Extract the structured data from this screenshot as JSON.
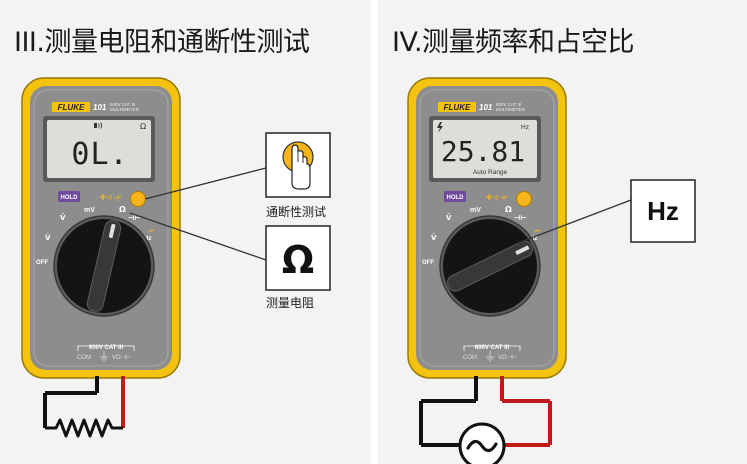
{
  "sections": [
    {
      "title": "III.测量电阻和通断性测试",
      "meter": {
        "brand": "FLUKE",
        "model": "101",
        "model_sub_line1": "600V CAT III",
        "model_sub_line2": "MULTIMETER",
        "display_reading": "0L.",
        "display_unit": "Ω",
        "display_indicator": "continuity-beeper-icon",
        "hold_label": "HOLD",
        "dial_labels": {
          "mv": "mV",
          "v_ac": "Ṽ",
          "v_dc": "V̄",
          "off": "OFF",
          "ohm": "Ω",
          "cap": "⊣⊢",
          "hz": "Hz"
        },
        "rating_label": "600V CAT III",
        "jack_com": "COM",
        "jack_v": "VΩ⊣⊢"
      },
      "callouts": [
        {
          "caption": "通断性测试",
          "icon": "yellow-button-press-icon"
        },
        {
          "caption": "测量电阻",
          "symbol": "Ω"
        }
      ],
      "circuit_icon": "resistor-icon"
    },
    {
      "title": "IV.测量频率和占空比",
      "meter": {
        "brand": "FLUKE",
        "model": "101",
        "model_sub_line1": "600V CAT III",
        "model_sub_line2": "MULTIMETER",
        "display_reading": "25.81",
        "display_unit": "Hz",
        "display_sub": "Auto Range",
        "display_indicator": "lightning-icon",
        "hold_label": "HOLD",
        "dial_labels": {
          "mv": "mV",
          "v_ac": "Ṽ",
          "v_dc": "V̄",
          "off": "OFF",
          "ohm": "Ω",
          "cap": "⊣⊢",
          "hz": "Hz"
        },
        "rating_label": "600V CAT III",
        "jack_com": "COM",
        "jack_v": "VΩ⊣⊢"
      },
      "callouts": [
        {
          "symbol": "Hz"
        }
      ],
      "circuit_icon": "ac-source-icon"
    }
  ],
  "colors": {
    "meter_body": "#8d8d8d",
    "meter_holster": "#f4c30f",
    "lcd": "#dcdfd8",
    "hold_button": "#6f4a9e",
    "accent_yellow": "#f7b51b",
    "probe_red": "#c01a1a",
    "probe_black": "#111111"
  }
}
